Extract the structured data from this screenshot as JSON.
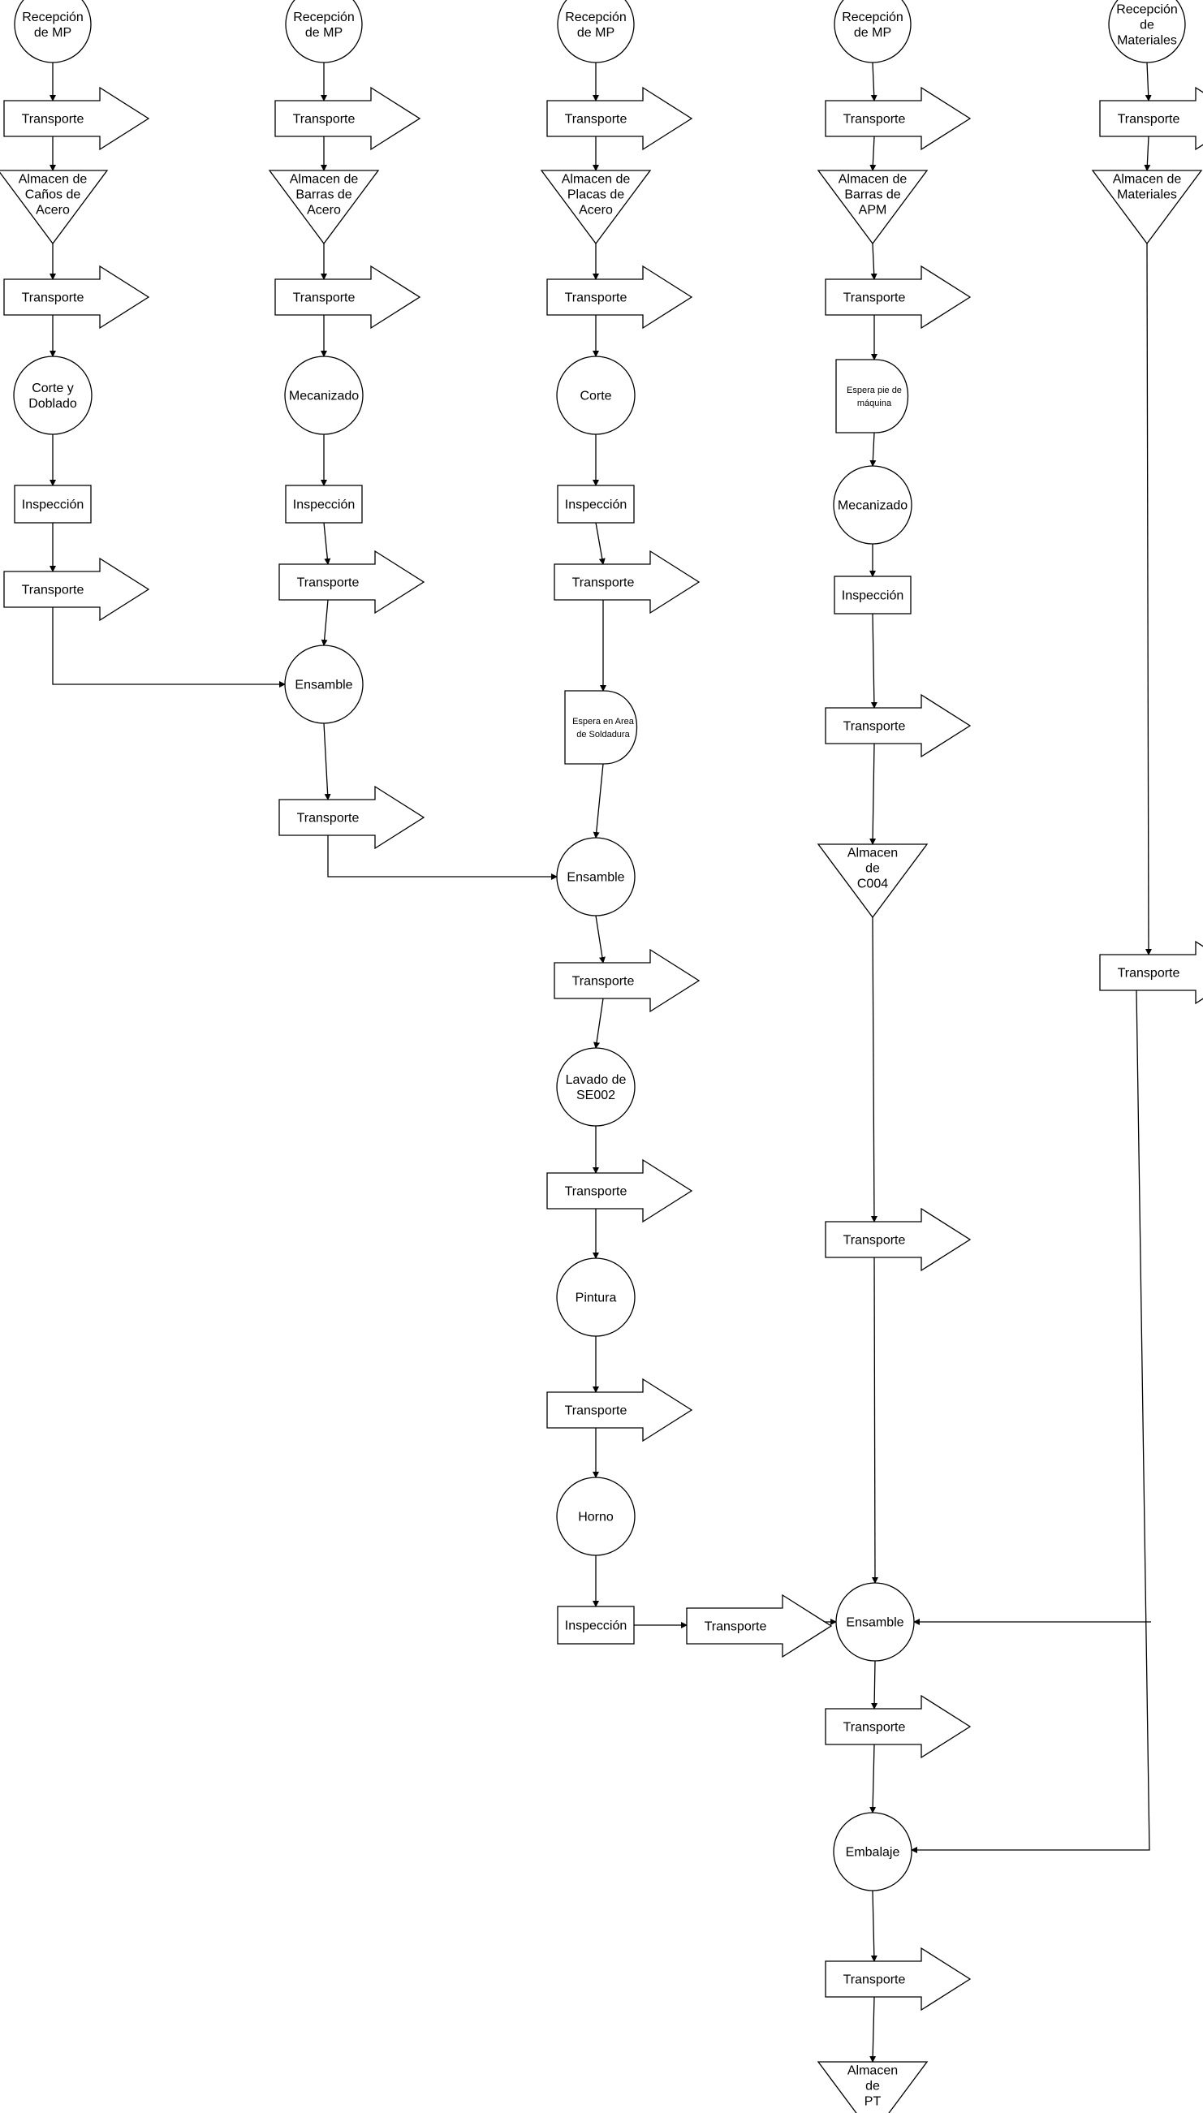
{
  "diagram": {
    "nodes": [
      {
        "id": "a1",
        "kind": "circle",
        "lines": [
          "Recepción",
          "de MP"
        ]
      },
      {
        "id": "a2",
        "kind": "arrow",
        "lines": [
          "Transporte"
        ]
      },
      {
        "id": "a3",
        "kind": "triangle",
        "lines": [
          "Almacen de",
          "Caños de",
          "Acero"
        ]
      },
      {
        "id": "a4",
        "kind": "arrow",
        "lines": [
          "Transporte"
        ]
      },
      {
        "id": "a5",
        "kind": "circle",
        "lines": [
          "Corte y",
          "Doblado"
        ]
      },
      {
        "id": "a6",
        "kind": "rect",
        "lines": [
          "Inspección"
        ]
      },
      {
        "id": "a7",
        "kind": "arrow",
        "lines": [
          "Transporte"
        ]
      },
      {
        "id": "b1",
        "kind": "circle",
        "lines": [
          "Recepción",
          "de MP"
        ]
      },
      {
        "id": "b2",
        "kind": "arrow",
        "lines": [
          "Transporte"
        ]
      },
      {
        "id": "b3",
        "kind": "triangle",
        "lines": [
          "Almacen de",
          "Barras de",
          "Acero"
        ]
      },
      {
        "id": "b4",
        "kind": "arrow",
        "lines": [
          "Transporte"
        ]
      },
      {
        "id": "b5",
        "kind": "circle",
        "lines": [
          "Mecanizado"
        ]
      },
      {
        "id": "b6",
        "kind": "rect",
        "lines": [
          "Inspección"
        ]
      },
      {
        "id": "b7",
        "kind": "arrow",
        "lines": [
          "Transporte"
        ]
      },
      {
        "id": "b8",
        "kind": "circle",
        "lines": [
          "Ensamble"
        ]
      },
      {
        "id": "b9",
        "kind": "arrow",
        "lines": [
          "Transporte"
        ]
      },
      {
        "id": "c1",
        "kind": "circle",
        "lines": [
          "Recepción",
          "de MP"
        ]
      },
      {
        "id": "c2",
        "kind": "arrow",
        "lines": [
          "Transporte"
        ]
      },
      {
        "id": "c3",
        "kind": "triangle",
        "lines": [
          "Almacen de",
          "Placas de",
          "Acero"
        ]
      },
      {
        "id": "c4",
        "kind": "arrow",
        "lines": [
          "Transporte"
        ]
      },
      {
        "id": "c5",
        "kind": "circle",
        "lines": [
          "Corte"
        ]
      },
      {
        "id": "c6",
        "kind": "rect",
        "lines": [
          "Inspección"
        ]
      },
      {
        "id": "c7",
        "kind": "arrow",
        "lines": [
          "Transporte"
        ]
      },
      {
        "id": "c8",
        "kind": "delay",
        "lines": [
          "Espera en Area",
          "de Soldadura"
        ]
      },
      {
        "id": "c9",
        "kind": "circle",
        "lines": [
          "Ensamble"
        ]
      },
      {
        "id": "c10",
        "kind": "arrow",
        "lines": [
          "Transporte"
        ]
      },
      {
        "id": "c11",
        "kind": "circle",
        "lines": [
          "Lavado de",
          "SE002"
        ]
      },
      {
        "id": "c12",
        "kind": "arrow",
        "lines": [
          "Transporte"
        ]
      },
      {
        "id": "c13",
        "kind": "circle",
        "lines": [
          "Pintura"
        ]
      },
      {
        "id": "c14",
        "kind": "arrow",
        "lines": [
          "Transporte"
        ]
      },
      {
        "id": "c15",
        "kind": "circle",
        "lines": [
          "Horno"
        ]
      },
      {
        "id": "c16",
        "kind": "rect",
        "lines": [
          "Inspección"
        ]
      },
      {
        "id": "c17",
        "kind": "arrow",
        "lines": [
          "Transporte"
        ]
      },
      {
        "id": "d1",
        "kind": "circle",
        "lines": [
          "Recepción",
          "de MP"
        ]
      },
      {
        "id": "d2",
        "kind": "arrow",
        "lines": [
          "Transporte"
        ]
      },
      {
        "id": "d3",
        "kind": "triangle",
        "lines": [
          "Almacen de",
          "Barras de",
          "APM"
        ]
      },
      {
        "id": "d4",
        "kind": "arrow",
        "lines": [
          "Transporte"
        ]
      },
      {
        "id": "d5",
        "kind": "delay",
        "lines": [
          "Espera pie de",
          "máquina"
        ]
      },
      {
        "id": "d6",
        "kind": "circle",
        "lines": [
          "Mecanizado"
        ]
      },
      {
        "id": "d7",
        "kind": "rect",
        "lines": [
          "Inspección"
        ]
      },
      {
        "id": "d8",
        "kind": "arrow",
        "lines": [
          "Transporte"
        ]
      },
      {
        "id": "d9",
        "kind": "triangle",
        "lines": [
          "Almacen",
          "de",
          "C004"
        ]
      },
      {
        "id": "d10",
        "kind": "arrow",
        "lines": [
          "Transporte"
        ]
      },
      {
        "id": "d11",
        "kind": "circle",
        "lines": [
          "Ensamble"
        ]
      },
      {
        "id": "d12",
        "kind": "arrow",
        "lines": [
          "Transporte"
        ]
      },
      {
        "id": "d13",
        "kind": "circle",
        "lines": [
          "Embalaje"
        ]
      },
      {
        "id": "d14",
        "kind": "arrow",
        "lines": [
          "Transporte"
        ]
      },
      {
        "id": "d15",
        "kind": "triangle",
        "lines": [
          "Almacen",
          "de",
          "PT"
        ]
      },
      {
        "id": "e1",
        "kind": "circle",
        "lines": [
          "Recepción",
          "de",
          "Materiales"
        ]
      },
      {
        "id": "e2",
        "kind": "arrow",
        "lines": [
          "Transporte"
        ]
      },
      {
        "id": "e3",
        "kind": "triangle",
        "lines": [
          "Almacen de",
          "Materiales"
        ]
      },
      {
        "id": "e4",
        "kind": "arrow",
        "lines": [
          "Transporte"
        ]
      }
    ],
    "edges": [
      [
        "a1",
        "a2"
      ],
      [
        "a2",
        "a3"
      ],
      [
        "a3",
        "a4"
      ],
      [
        "a4",
        "a5"
      ],
      [
        "a5",
        "a6"
      ],
      [
        "a6",
        "a7"
      ],
      [
        "a7",
        "b8"
      ],
      [
        "b1",
        "b2"
      ],
      [
        "b2",
        "b3"
      ],
      [
        "b3",
        "b4"
      ],
      [
        "b4",
        "b5"
      ],
      [
        "b5",
        "b6"
      ],
      [
        "b6",
        "b7"
      ],
      [
        "b7",
        "b8"
      ],
      [
        "b8",
        "b9"
      ],
      [
        "b9",
        "c9"
      ],
      [
        "c1",
        "c2"
      ],
      [
        "c2",
        "c3"
      ],
      [
        "c3",
        "c4"
      ],
      [
        "c4",
        "c5"
      ],
      [
        "c5",
        "c6"
      ],
      [
        "c6",
        "c7"
      ],
      [
        "c7",
        "c8"
      ],
      [
        "c8",
        "c9"
      ],
      [
        "c9",
        "c10"
      ],
      [
        "c10",
        "c11"
      ],
      [
        "c11",
        "c12"
      ],
      [
        "c12",
        "c13"
      ],
      [
        "c13",
        "c14"
      ],
      [
        "c14",
        "c15"
      ],
      [
        "c15",
        "c16"
      ],
      [
        "c16",
        "c17"
      ],
      [
        "c17",
        "d11"
      ],
      [
        "d1",
        "d2"
      ],
      [
        "d2",
        "d3"
      ],
      [
        "d3",
        "d4"
      ],
      [
        "d4",
        "d5"
      ],
      [
        "d5",
        "d6"
      ],
      [
        "d6",
        "d7"
      ],
      [
        "d7",
        "d8"
      ],
      [
        "d8",
        "d9"
      ],
      [
        "d9",
        "d10"
      ],
      [
        "d10",
        "d11"
      ],
      [
        "d11",
        "d12"
      ],
      [
        "d12",
        "d13"
      ],
      [
        "d13",
        "d14"
      ],
      [
        "d14",
        "d15"
      ],
      [
        "e1",
        "e2"
      ],
      [
        "e2",
        "e3"
      ],
      [
        "e3",
        "e4"
      ],
      [
        "e4",
        "d11"
      ],
      [
        "e4",
        "d13"
      ]
    ]
  }
}
